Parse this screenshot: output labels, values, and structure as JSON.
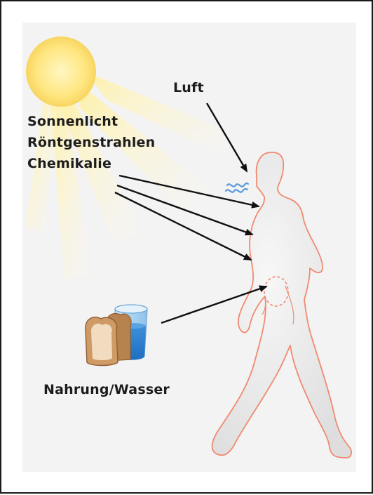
{
  "labels": {
    "air": "Luft",
    "sunlight": "Sonnenlicht",
    "xrays": "Röntgenstrahlen",
    "chemicals": "Chemikalie",
    "food_water": "Nahrung/Wasser"
  },
  "icons": {
    "sun": "sun-icon",
    "breath": "breath-icon",
    "food": "bread-and-water-icon",
    "body": "walking-human-figure"
  },
  "colors": {
    "sun_core": "#ffe680",
    "sun_rays": "#fff3b0",
    "body_fill": "#e9e9e9",
    "body_outline": "#f08a70",
    "breath": "#5a9ad8",
    "water": "#2e7fd0",
    "bread": "#c99060",
    "arrow": "#111111"
  }
}
